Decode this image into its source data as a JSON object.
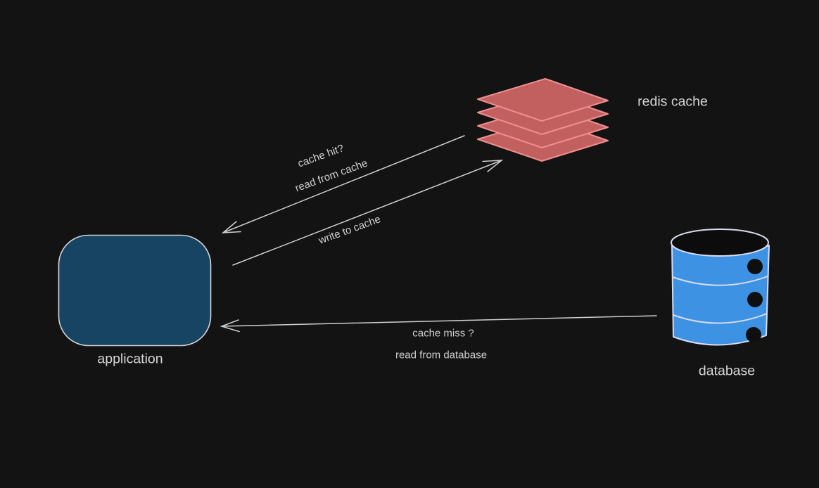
{
  "canvas": {
    "background": "#131313",
    "line_color": "#cfcfcf",
    "text_color": "#d6d6d6"
  },
  "nodes": {
    "application": {
      "label": "application",
      "fill": "#174463",
      "stroke": "#d4d4d4"
    },
    "redis_cache": {
      "label": "redis cache",
      "fill": "#c2605f",
      "stroke": "#ef8e8e",
      "layer_count": 4
    },
    "database": {
      "label": "database",
      "fill": "#3d92e4",
      "stroke": "#d8dbf2",
      "segment_count": 3
    }
  },
  "arrows": {
    "read_from_cache": {
      "from": "redis cache",
      "to": "application",
      "label_line1": "cache hit?",
      "label_line2": "read from cache"
    },
    "write_to_cache": {
      "from": "application",
      "to": "redis cache",
      "label": "write to cache"
    },
    "read_from_database": {
      "from": "database",
      "to": "application",
      "label_line1": "cache miss ?",
      "label_line2": "read from database"
    }
  }
}
